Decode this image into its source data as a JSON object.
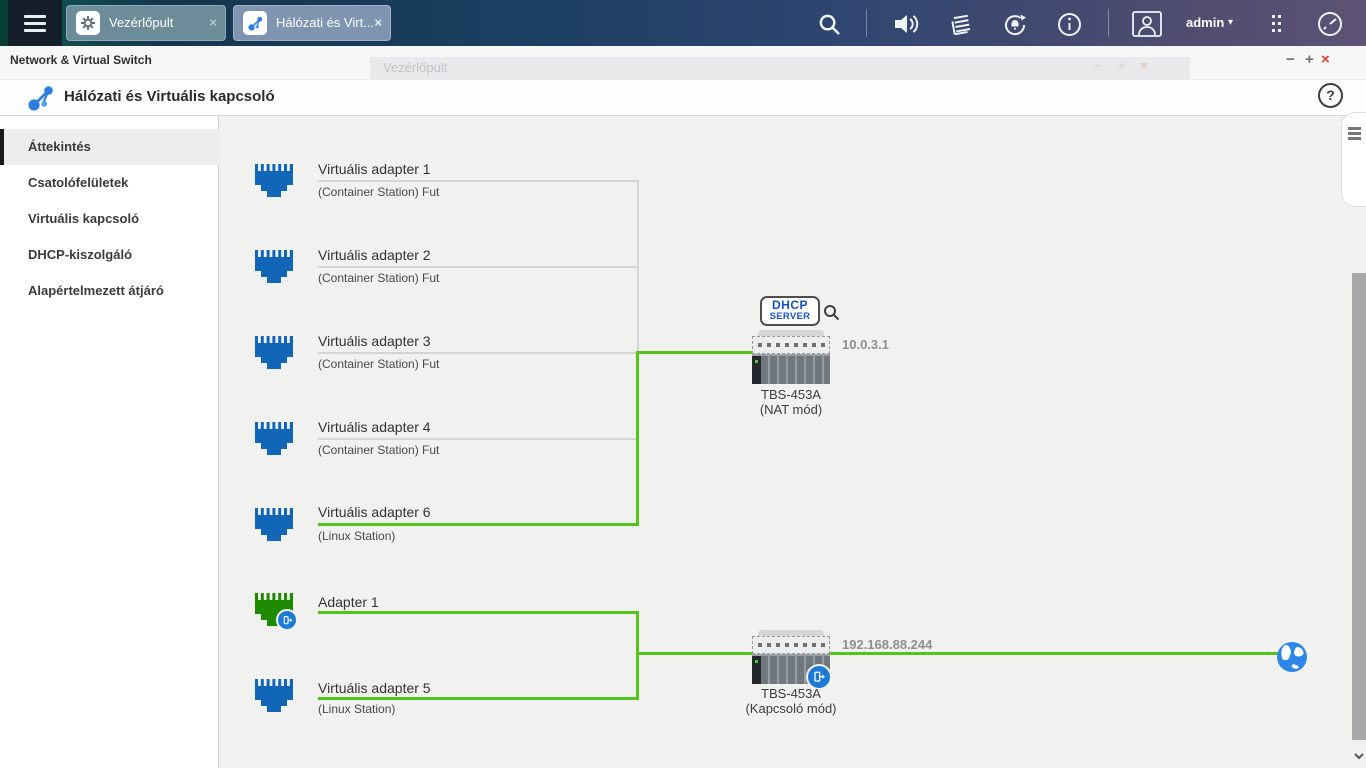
{
  "icons": {
    "close": "×",
    "minimize": "−",
    "maximize": "+",
    "caret": "▾"
  },
  "topbar": {
    "tabs": [
      {
        "label": "Vezérlőpult"
      },
      {
        "label": "Hálózati és Virt..."
      }
    ],
    "user_label": "admin"
  },
  "window": {
    "title": "Network & Virtual Switch",
    "ghost_title": "Vezérlőpult"
  },
  "app": {
    "title": "Hálózati és Virtuális kapcsoló",
    "help": "?"
  },
  "sidebar": {
    "items": [
      {
        "label": "Áttekintés",
        "active": true
      },
      {
        "label": "Csatolófelületek",
        "active": false
      },
      {
        "label": "Virtuális kapcsoló",
        "active": false
      },
      {
        "label": "DHCP-kiszolgáló",
        "active": false
      },
      {
        "label": "Alapértelmezett átjáró",
        "active": false
      }
    ]
  },
  "topology": {
    "adapters_top": [
      {
        "name": "Virtuális adapter 1",
        "status": "(Container Station) Fut"
      },
      {
        "name": "Virtuális adapter 2",
        "status": "(Container Station) Fut"
      },
      {
        "name": "Virtuális adapter 3",
        "status": "(Container Station) Fut"
      },
      {
        "name": "Virtuális adapter 4",
        "status": "(Container Station) Fut"
      },
      {
        "name": "Virtuális adapter 6",
        "status": "(Linux Station)"
      }
    ],
    "adapters_bottom": [
      {
        "name": "Adapter 1",
        "status": ""
      },
      {
        "name": "Virtuális adapter 5",
        "status": "(Linux Station)"
      }
    ],
    "nat_device": {
      "model": "TBS-453A",
      "mode": "(NAT mód)",
      "ip": "10.0.3.1",
      "dhcp_badge_top": "DHCP",
      "dhcp_badge_bottom": "SERVER"
    },
    "switch_device": {
      "model": "TBS-453A",
      "mode": "(Kapcsoló mód)",
      "ip": "192.168.88.244"
    }
  },
  "colors": {
    "connection_active": "#54c41d",
    "connection_idle": "#d4d4d4",
    "adapter_blue": "#1266b8",
    "adapter_green": "#1f8b00",
    "badge_blue": "#1d7ad6"
  }
}
